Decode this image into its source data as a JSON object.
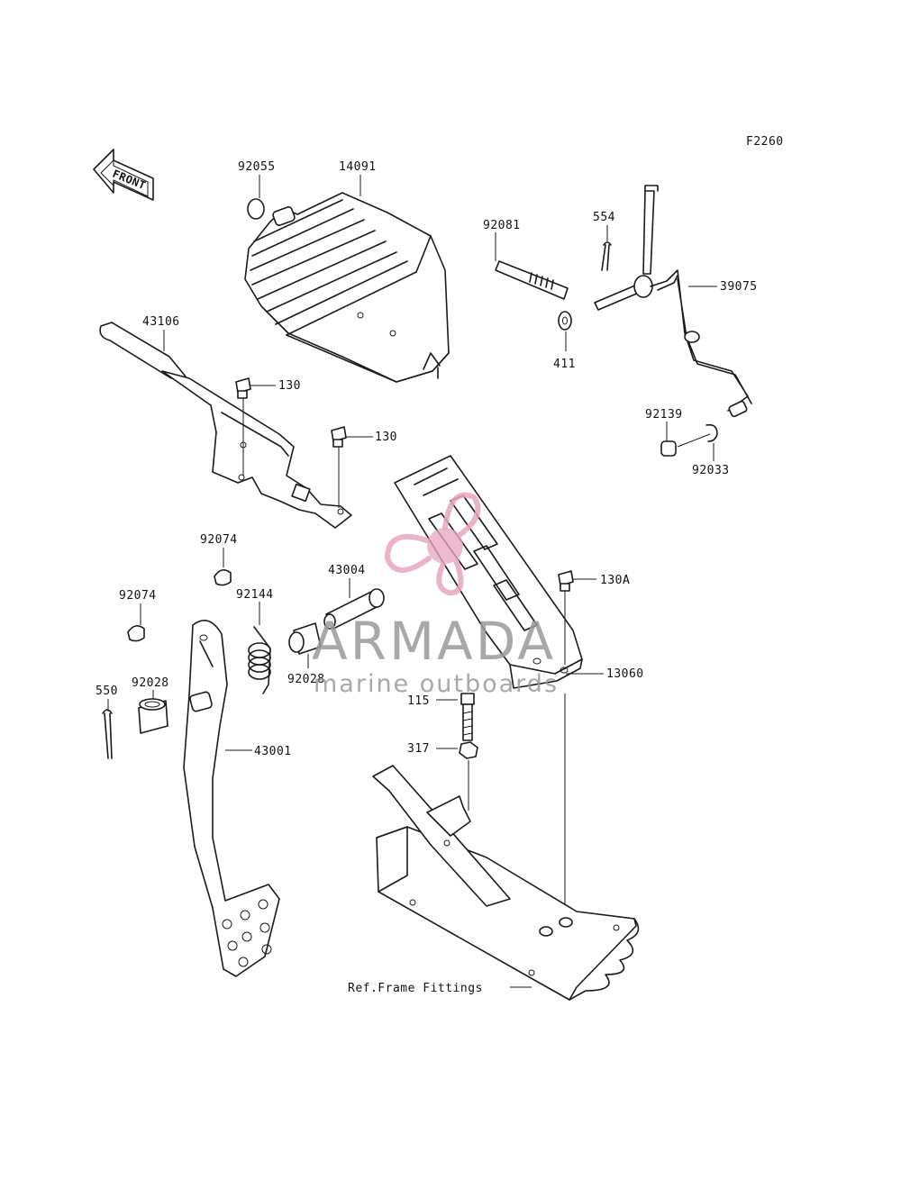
{
  "diagram_code": "F2260",
  "front_arrow_label": "FRONT",
  "ref_label": "Ref.Frame Fittings",
  "watermark": {
    "brand": "ARMADA",
    "tagline": "marine outboards",
    "color_pink": "#e8a6c0",
    "color_gray": "#9a9a9a"
  },
  "parts": {
    "p92055": "92055",
    "p14091": "14091",
    "p92081": "92081",
    "p554": "554",
    "p39075": "39075",
    "p411": "411",
    "p43106": "43106",
    "p130a": "130",
    "p130b": "130",
    "p92139": "92139",
    "p92033": "92033",
    "p92074a": "92074",
    "p92074b": "92074",
    "p43004": "43004",
    "p130A": "130A",
    "p92144": "92144",
    "p13060": "13060",
    "p92028a": "92028",
    "p92028b": "92028",
    "p550": "550",
    "p115": "115",
    "p43001": "43001",
    "p317": "317"
  }
}
